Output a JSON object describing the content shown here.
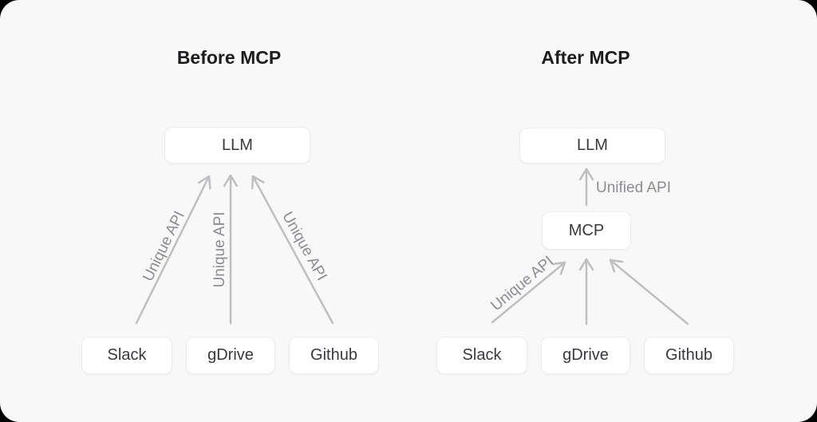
{
  "colors": {
    "canvas_bg": "#f8f8f9",
    "box_bg": "#ffffff",
    "box_border": "#ececee",
    "box_text": "#3a3a3e",
    "title_text": "#1d1d20",
    "arrow_color": "#bfbfc2",
    "arrow_label_text": "#8c8c91"
  },
  "before": {
    "title": "Before MCP",
    "llm_label": "LLM",
    "sources": [
      "Slack",
      "gDrive",
      "Github"
    ],
    "arrow_labels": [
      "Unique API",
      "Unique API",
      "Unique API"
    ]
  },
  "after": {
    "title": "After MCP",
    "llm_label": "LLM",
    "mcp_label": "MCP",
    "unified_api_label": "Unified API",
    "unique_api_label": "Unique API",
    "sources": [
      "Slack",
      "gDrive",
      "Github"
    ]
  }
}
